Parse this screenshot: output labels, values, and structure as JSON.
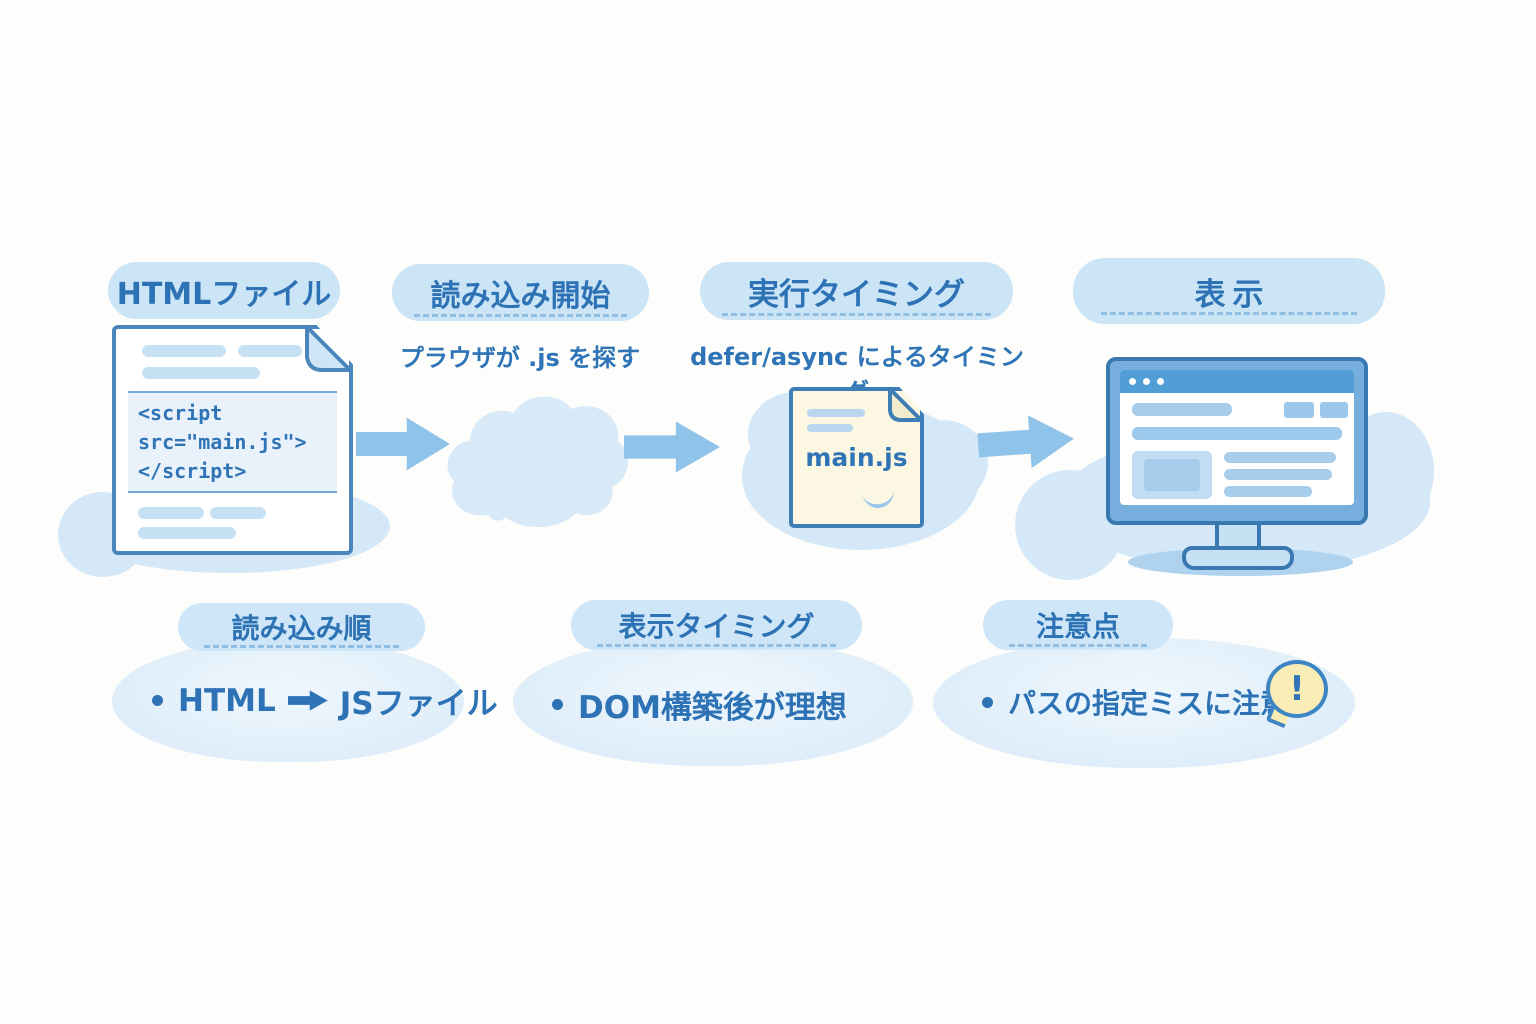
{
  "stages": [
    {
      "label": "HTMLファイル"
    },
    {
      "label": "読み込み開始",
      "subtitle": "プラウザが .js を探す"
    },
    {
      "label": "実行タイミング",
      "subtitle_strong": "defer/async",
      "subtitle_rest": " によるタイミング"
    },
    {
      "label": "表示"
    }
  ],
  "html_document": {
    "code_lines": [
      "<script",
      "src=\"main.js\">",
      "</script>"
    ]
  },
  "js_file": {
    "filename": "main.js"
  },
  "notes": [
    {
      "title": "読み込み順",
      "bullet_left": "HTML",
      "bullet_right": "JSファイル"
    },
    {
      "title": "表示タイミング",
      "bullet": "DOM構築後が理想"
    },
    {
      "title": "注意点",
      "bullet": "パスの指定ミスに注意",
      "warning_glyph": "!"
    }
  ],
  "icons": {
    "flow_arrow": "arrow-right",
    "bullet_arrow": "arrow-right",
    "warning": "exclamation-in-speech-bubble"
  },
  "colors": {
    "heading_text": "#2C72B4",
    "pill_bg": "#CBE4F6",
    "arrow": "#8FC3E9",
    "cloud": "#D5E8F7",
    "paper_white": "#FFFFFF",
    "paper_yellow": "#FCF7E2",
    "outline_blue": "#3E7EB6",
    "warning_fill": "#F9ECB5",
    "background": "#FDFDFB"
  }
}
